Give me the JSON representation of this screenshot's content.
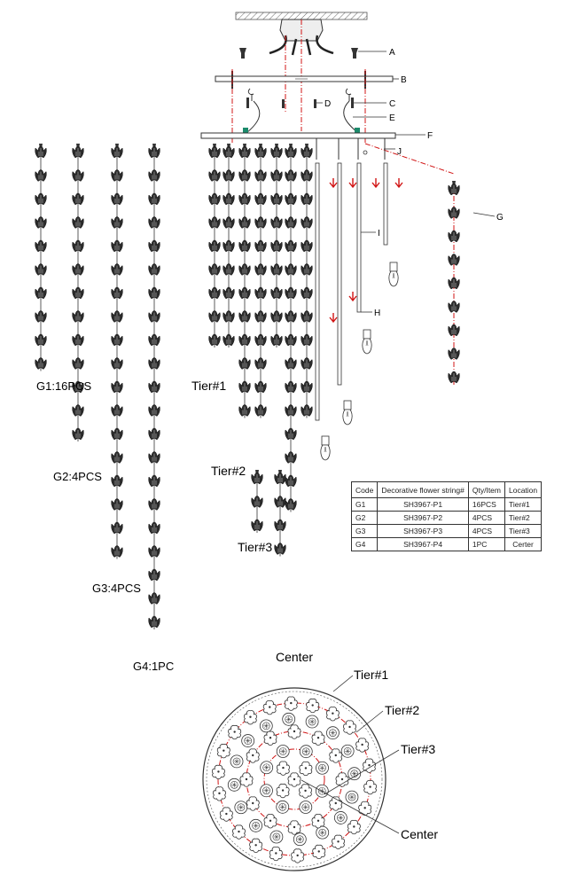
{
  "parts_labels": {
    "A": "A",
    "B": "B",
    "C": "C",
    "D": "D",
    "E": "E",
    "F": "F",
    "G": "G",
    "H": "H",
    "I": "I",
    "J": "J"
  },
  "strings": [
    {
      "label": "G1:16PCS",
      "beads": 10
    },
    {
      "label": "G2:4PCS",
      "beads": 13
    },
    {
      "label": "G3:4PCS",
      "beads": 18
    },
    {
      "label": "G4:1PC",
      "beads": 21
    }
  ],
  "tiers": {
    "tier1": "Tier#1",
    "tier2": "Tier#2",
    "tier3": "Tier#3",
    "center": "Center"
  },
  "table": {
    "headers": [
      "Code",
      "Decorative flower string#",
      "Qty/Item",
      "Location"
    ],
    "rows": [
      [
        "G1",
        "SH3967-P1",
        "16PCS",
        "Tier#1"
      ],
      [
        "G2",
        "SH3967-P2",
        "4PCS",
        "Tier#2"
      ],
      [
        "G3",
        "SH3967-P3",
        "4PCS",
        "Tier#3"
      ],
      [
        "G4",
        "SH3967-P4",
        "1PC",
        "Certer"
      ]
    ]
  },
  "plan": {
    "tier1": "Tier#1",
    "tier2": "Tier#2",
    "tier3": "Tier#3",
    "center": "Center"
  },
  "colors": {
    "line": "#333333",
    "accent": "#d11414",
    "bead": "#2b2b2b"
  }
}
